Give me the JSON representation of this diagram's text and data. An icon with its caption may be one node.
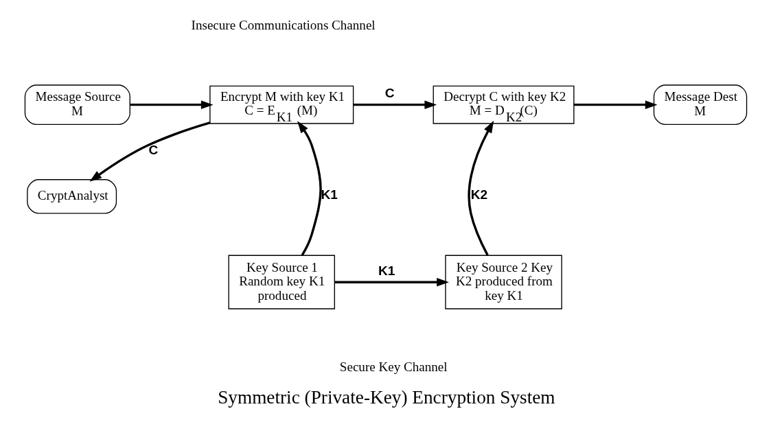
{
  "diagram": {
    "caption": "Symmetric (Private-Key) Encryption System",
    "nodes": [
      {
        "text": [
          "Message Source",
          "M"
        ]
      },
      {
        "text": [
          "Encrypt M with key K1",
          "C = E$_{K1}$ (M)"
        ]
      },
      {
        "text": [
          "Decrypt C with key K2",
          "M = D$_{K2}$(C)"
        ]
      },
      {
        "text": [
          "Message Dest",
          "M"
        ]
      },
      {
        "text": [
          "CryptAnalyst"
        ]
      },
      {
        "text": [
          "Key Source 1 Random key K1 produced"
        ]
      },
      {
        "text": [
          "Key Source 2 Key K2 produced from key K1"
        ]
      }
    ],
    "edges": [
      {
        "from": 0,
        "to": 1,
        "arrow": "to"
      },
      {
        "from": 1,
        "to": 2,
        "arrow": "to",
        "label": "C"
      },
      {
        "from": 1,
        "to": 4,
        "arrow": "to",
        "label": "C"
      },
      {
        "from": 2,
        "to": 3,
        "arrow": "to"
      },
      {
        "from": 5,
        "to": 1,
        "arrow": "to",
        "label": "K1"
      },
      {
        "from": 6,
        "to": 2,
        "arrow": "to",
        "label": "K2"
      },
      {
        "from": 5,
        "to": 6,
        "arrow": "to",
        "label": "K1"
      }
    ],
    "labels": [
      "Insecure Communications Channel",
      "Secure Key Channel"
    ]
  }
}
